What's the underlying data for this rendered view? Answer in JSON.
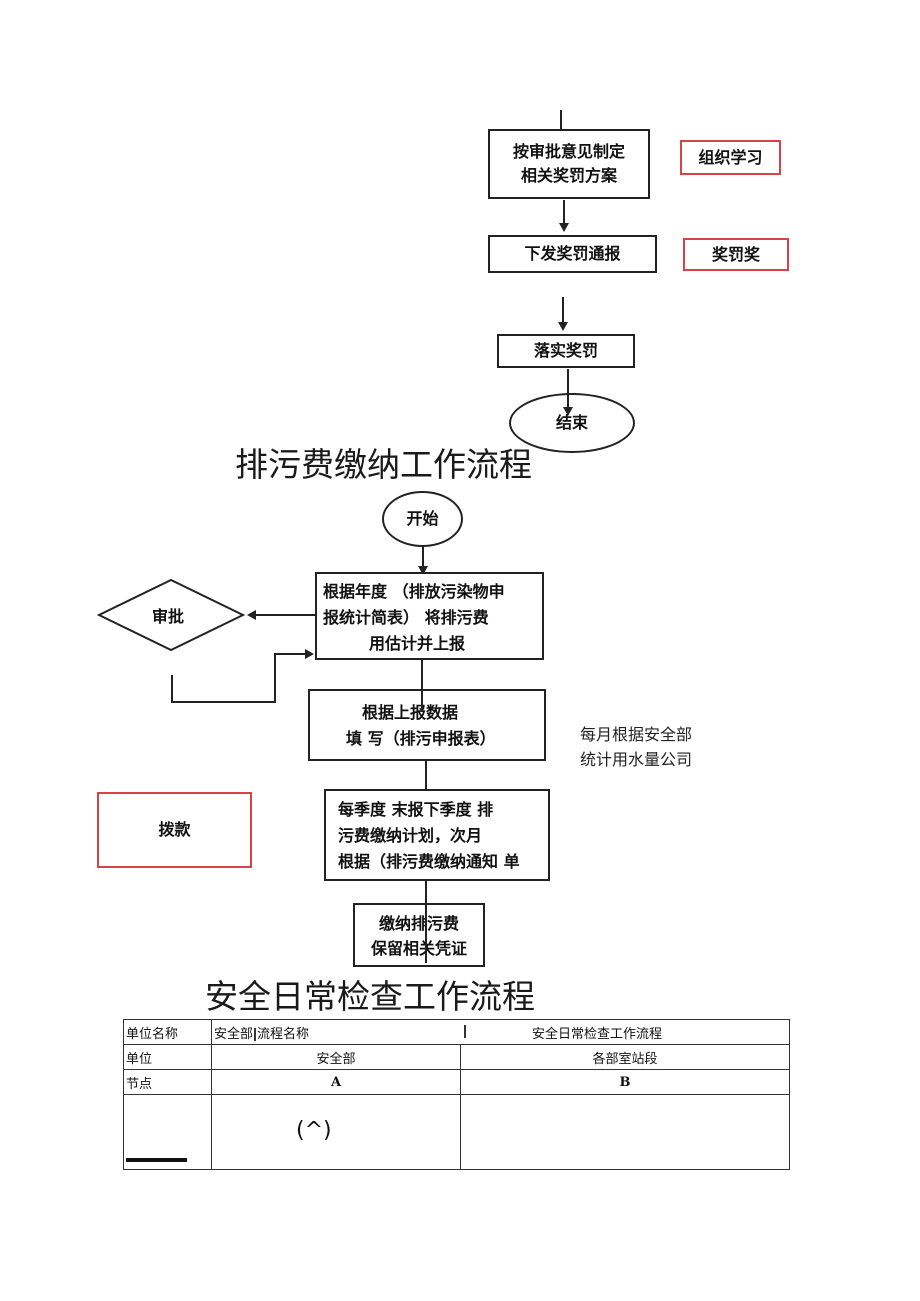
{
  "flow1": {
    "box_plan": [
      "按审批意见制定",
      "相关奖罚方案"
    ],
    "box_notice": "下发奖罚通报",
    "box_implement": "落实奖罚",
    "end": "结束",
    "side_study": "组织学习",
    "side_reward": "奖罚奖"
  },
  "flow2": {
    "title": "排污费缴纳工作流程",
    "start": "开始",
    "box_report": [
      "根据年度  （排放污染物申",
      "报统计简表）  将排污费",
      "用估计并上报"
    ],
    "approve": "审批",
    "box_fill": [
      "根据上报数据",
      "填  写（排污申报表）"
    ],
    "note": [
      "每月根据安全部",
      "统计用水量公司"
    ],
    "box_quarter": [
      "每季度  末报下季度  排",
      "污费缴纳计划，次月",
      "根据（排污费缴纳通知  单"
    ],
    "pay": "拨款",
    "box_pay": [
      "缴纳排污费",
      "保留相关凭证"
    ]
  },
  "flow3": {
    "title": "安全日常检查工作流程",
    "table": {
      "r1_label": "单位名称",
      "r1_unit": "安全部",
      "r1_flow_label": "流程名称",
      "r1_flow_value": "安全日常检查工作流程",
      "r2_label": "单位",
      "r2_a": "安全部",
      "r2_b": "各部室站段",
      "r3_label": "节点",
      "r3_a": "A",
      "r3_b": "B",
      "r4_symbol": "(^)"
    }
  }
}
